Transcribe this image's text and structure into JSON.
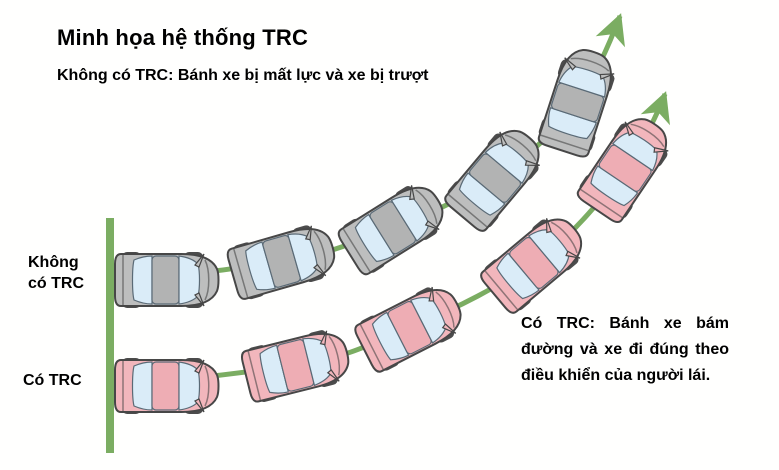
{
  "header": {
    "title": "Minh họa hệ thống TRC",
    "subtitle": "Không có TRC: Bánh xe bị mất lực và xe bị trượt"
  },
  "tracks": {
    "without_trc": {
      "label": "Không\ncó TRC",
      "car_color_name": "gray",
      "car_count": 5
    },
    "with_trc": {
      "label": "Có TRC",
      "car_color_name": "pink",
      "car_count": 5
    }
  },
  "note_with_trc": {
    "lines": [
      "Có TRC: Bánh xe bám",
      "đường và xe đi đúng  theo",
      "điều khiển của  người lái."
    ]
  },
  "colors": {
    "path_green": "#7bad62",
    "car_gray_body": "#bdbebe",
    "car_gray_roof": "#b2b3b3",
    "car_pink_body": "#f2b6bc",
    "car_pink_roof": "#eeadb4",
    "window_blue": "#daecf8",
    "outline_dark": "#474747",
    "ink": "#000000"
  }
}
